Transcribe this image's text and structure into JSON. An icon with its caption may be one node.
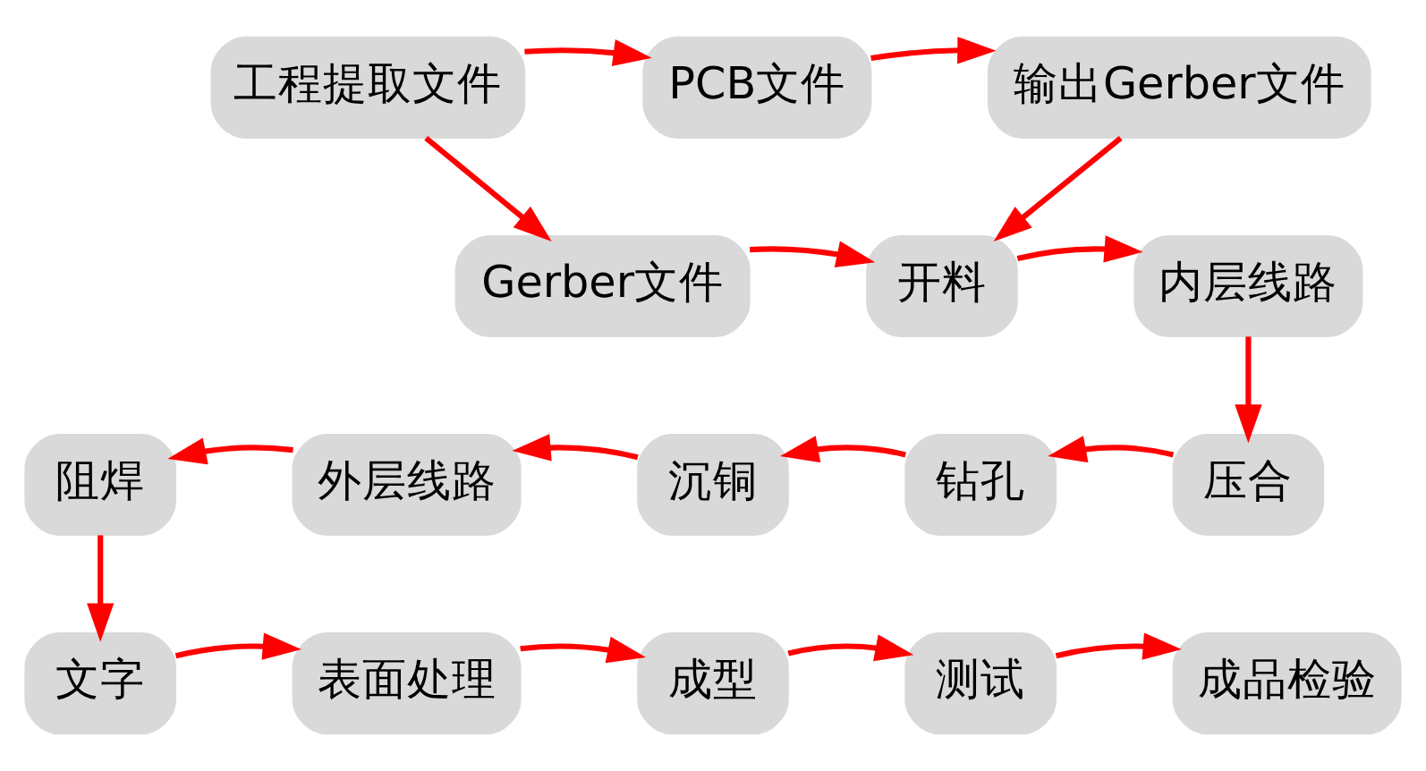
{
  "diagram": {
    "nodes": [
      {
        "text": [
          "工程提取文件"
        ]
      },
      {
        "text": [
          "PCB文件"
        ]
      },
      {
        "text": [
          "输出Gerber文件"
        ]
      },
      {
        "text": [
          "Gerber文件"
        ]
      },
      {
        "text": [
          "开料"
        ]
      },
      {
        "text": [
          "内层线路"
        ]
      },
      {
        "text": [
          "压合"
        ]
      },
      {
        "text": [
          "钻孔"
        ]
      },
      {
        "text": [
          "沉铜"
        ]
      },
      {
        "text": [
          "外层线路"
        ]
      },
      {
        "text": [
          "阻焊"
        ]
      },
      {
        "text": [
          "文字"
        ]
      },
      {
        "text": [
          "表面处理"
        ]
      },
      {
        "text": [
          "成型"
        ]
      },
      {
        "text": [
          "测试"
        ]
      },
      {
        "text": [
          "成品检验"
        ]
      }
    ],
    "edges": [
      {
        "from": 0,
        "to": 1,
        "arrow": "to"
      },
      {
        "from": 1,
        "to": 2,
        "arrow": "to"
      },
      {
        "from": 0,
        "to": 3,
        "arrow": "to"
      },
      {
        "from": 2,
        "to": 4,
        "arrow": "to"
      },
      {
        "from": 3,
        "to": 4,
        "arrow": "to"
      },
      {
        "from": 4,
        "to": 5,
        "arrow": "to"
      },
      {
        "from": 5,
        "to": 6,
        "arrow": "to"
      },
      {
        "from": 6,
        "to": 7,
        "arrow": "to"
      },
      {
        "from": 7,
        "to": 8,
        "arrow": "to"
      },
      {
        "from": 8,
        "to": 9,
        "arrow": "to"
      },
      {
        "from": 9,
        "to": 10,
        "arrow": "to"
      },
      {
        "from": 10,
        "to": 11,
        "arrow": "to"
      },
      {
        "from": 11,
        "to": 12,
        "arrow": "to"
      },
      {
        "from": 12,
        "to": 13,
        "arrow": "to"
      },
      {
        "from": 13,
        "to": 14,
        "arrow": "to"
      },
      {
        "from": 14,
        "to": 15,
        "arrow": "to"
      }
    ]
  }
}
